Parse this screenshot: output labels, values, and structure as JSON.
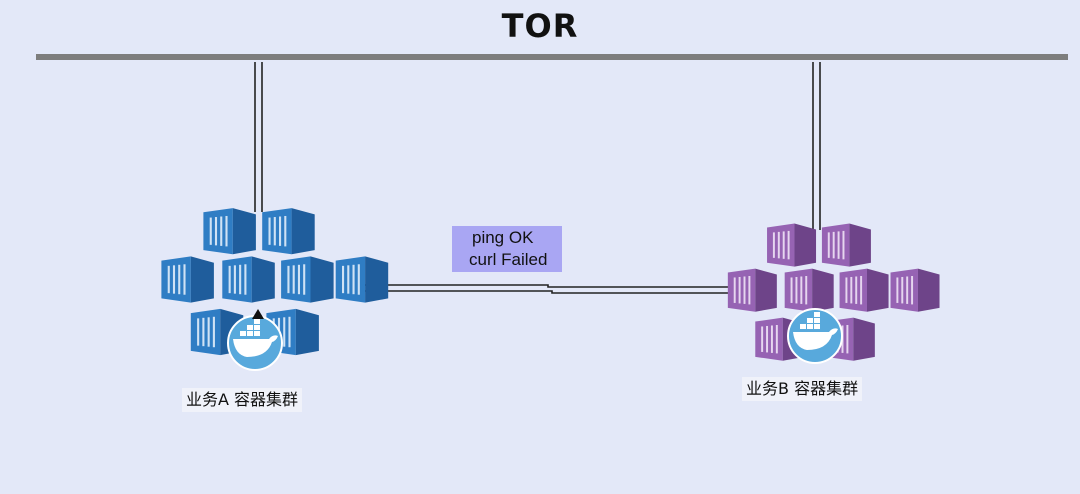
{
  "diagram": {
    "tor_label": "TOR",
    "link_note": {
      "line1": "ping OK",
      "line2": "curl Failed"
    },
    "clusters": [
      {
        "id": "a",
        "label": "业务A 容器集群",
        "color": "#2f7dc4",
        "color_dark": "#1f5d9c",
        "color_light": "#cfe2f5"
      },
      {
        "id": "b",
        "label": "业务B 容器集群",
        "color": "#9663b3",
        "color_dark": "#6e4489",
        "color_light": "#e6d6ef"
      }
    ],
    "colors": {
      "background": "#e3e8f8",
      "tor_bar": "#7d7d7d",
      "wire": "#222222",
      "note_bg": "#a9a6f3",
      "docker_badge": "#58a9dc"
    },
    "icons": {
      "container": "shipping-container-icon",
      "docker": "docker-whale-icon"
    }
  }
}
